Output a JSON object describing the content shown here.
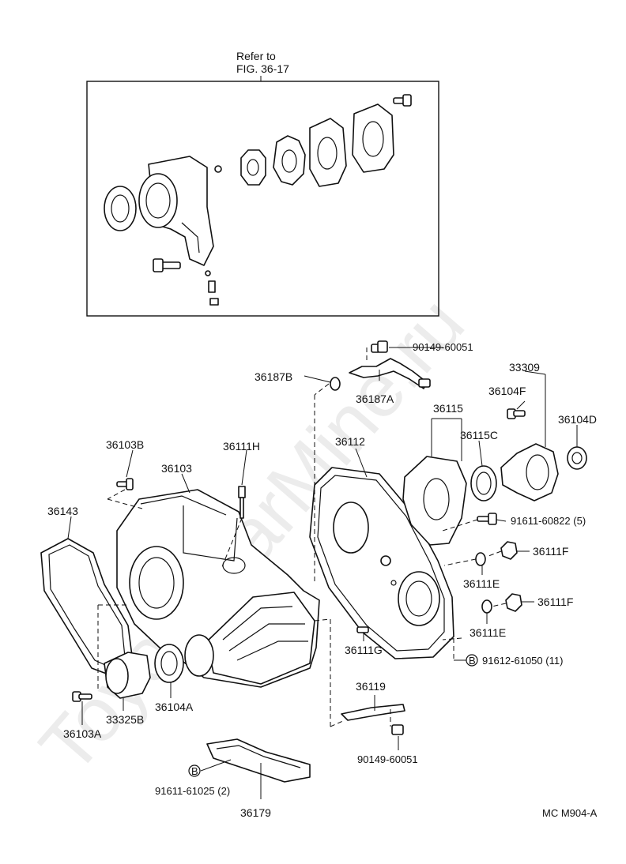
{
  "refer": {
    "line1": "Refer to",
    "line2": "FIG. 36-17"
  },
  "watermark": "ToyotaCarMine.ru",
  "figure_code": "MC  M904-A",
  "bolt_marker": "B",
  "labels": {
    "p90149_top": "90149-60051",
    "p36187B": "36187B",
    "p36187A": "36187A",
    "p33309": "33309",
    "p36104F": "36104F",
    "p36104D": "36104D",
    "p36115": "36115",
    "p36115C": "36115C",
    "p36112": "36112",
    "p36103B": "36103B",
    "p36111H": "36111H",
    "p36103": "36103",
    "p36143": "36143",
    "p91611_60822": "91611-60822 (5)",
    "p36111F_a": "36111F",
    "p36111E_a": "36111E",
    "p36111F_b": "36111F",
    "p36111E_b": "36111E",
    "p36111G": "36111G",
    "p91612": "91612-61050 (11)",
    "p36119": "36119",
    "p36103A": "36103A",
    "p33325B": "33325B",
    "p36104A": "36104A",
    "p90149_bottom": "90149-60051",
    "p91611_61025": "91611-61025 (2)",
    "p36179": "36179"
  }
}
